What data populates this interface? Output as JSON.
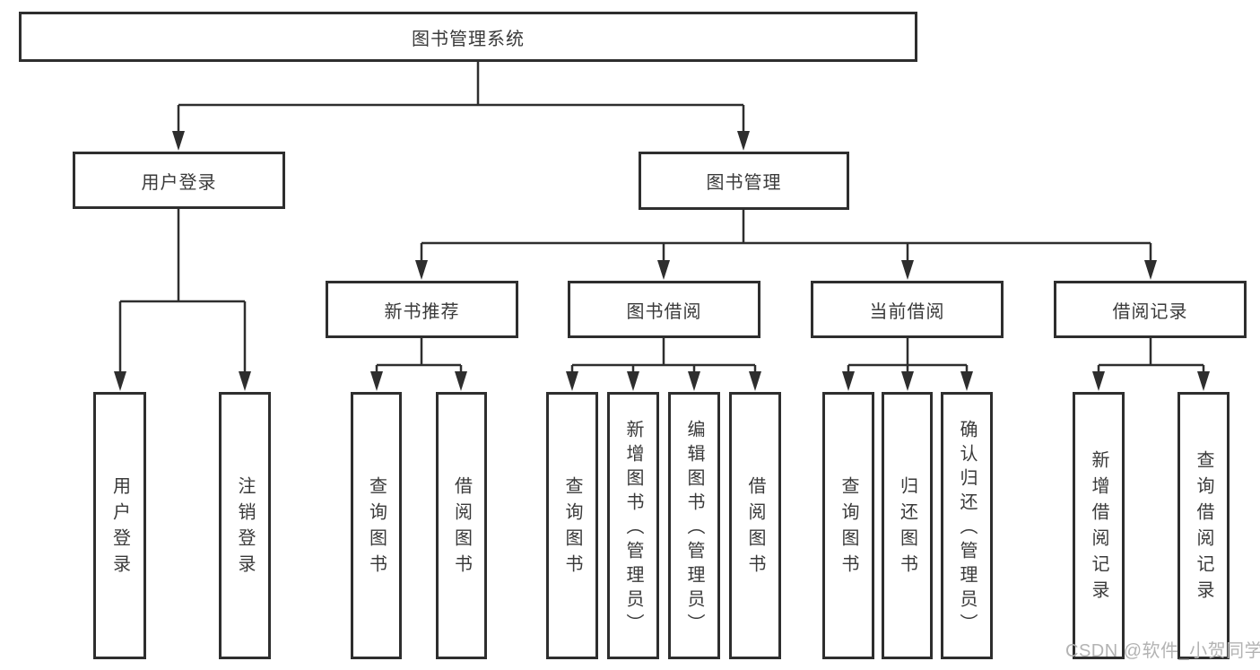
{
  "diagram": {
    "root": {
      "label": "图书管理系统",
      "children": [
        {
          "label": "用户登录",
          "children": [
            {
              "label": "用户登录"
            },
            {
              "label": "注销登录"
            }
          ]
        },
        {
          "label": "图书管理",
          "children": [
            {
              "label": "新书推荐",
              "children": [
                {
                  "label": "查询图书"
                },
                {
                  "label": "借阅图书"
                }
              ]
            },
            {
              "label": "图书借阅",
              "children": [
                {
                  "label": "查询图书"
                },
                {
                  "label": "新增图书（管理员）"
                },
                {
                  "label": "编辑图书（管理员）"
                },
                {
                  "label": "借阅图书"
                }
              ]
            },
            {
              "label": "当前借阅",
              "children": [
                {
                  "label": "查询图书"
                },
                {
                  "label": "归还图书"
                },
                {
                  "label": "确认归还（管理员）"
                }
              ]
            },
            {
              "label": "借阅记录",
              "children": [
                {
                  "label": "新增借阅记录"
                },
                {
                  "label": "查询借阅记录"
                }
              ]
            }
          ]
        }
      ]
    },
    "watermark": "CSDN @软件_小贺同学",
    "colors": {
      "line": "#2e2e2e",
      "text": "#3a3a3a",
      "watermark": "#b3b3b3",
      "background": "#ffffff"
    }
  }
}
